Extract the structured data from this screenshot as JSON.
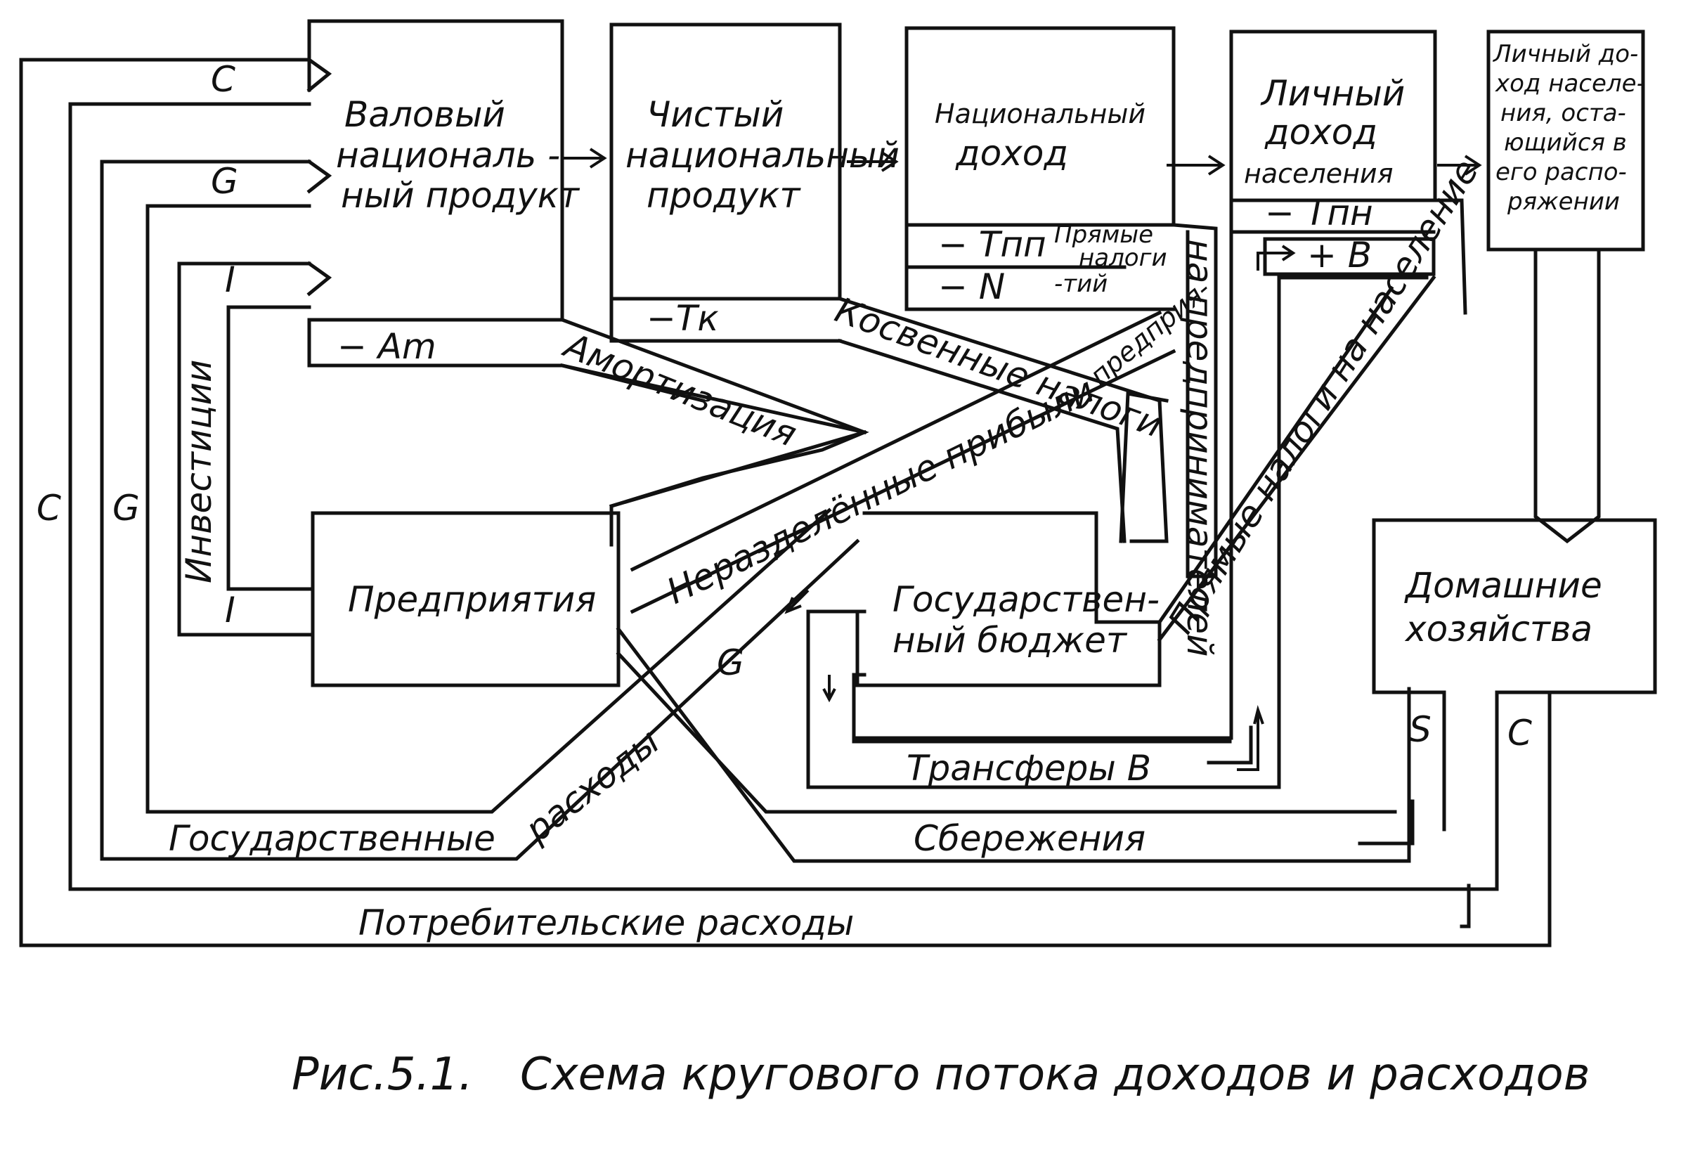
{
  "boxes": {
    "gnp": [
      "Валовый",
      "националь -",
      "ный продукт"
    ],
    "nnp": [
      "Чистый",
      "национальный",
      "продукт"
    ],
    "ni": [
      "Национальный",
      "доход"
    ],
    "pi": [
      "Личный",
      "доход",
      "населения"
    ],
    "dpi": [
      "Личный до-",
      "ход населе-",
      "ния, оста-",
      "ющийся в",
      "его распо-",
      "ряжении"
    ],
    "firms": "Предприятия",
    "budget": [
      "Государствен-",
      "ный бюджет"
    ],
    "households": [
      "Домашние",
      "хозяйства"
    ]
  },
  "deductions": {
    "am": "− Am",
    "tk": "−Tк",
    "tpp": "− Tпп",
    "n": "− N",
    "tpp_note": [
      "Прямые",
      "налоги"
    ],
    "n_note": "-тий",
    "tpn": "− Tпн",
    "plus_b": "+ B"
  },
  "flows": {
    "c": "C",
    "g": "G",
    "i": "I",
    "s": "S",
    "investments": "Инвестиции",
    "amortization": "Амортизация",
    "indirect_taxes": "Косвенные налоги",
    "retained_profits": "Неразделëнные прибыли",
    "firms_word": "предприя-",
    "tax_on_firms": "на предпринимателей",
    "direct_taxes_households": "Прямые налоги на население",
    "gov_expenses_1": "Государственные",
    "gov_expenses_2": "расходы",
    "transfers": "Трансферы  В",
    "savings": "Сбережения",
    "consumer_spending": "Потребительские     расходы"
  },
  "caption": {
    "number": "Рис.5.1.",
    "title": "Схема кругового потока доходов и расходов"
  }
}
